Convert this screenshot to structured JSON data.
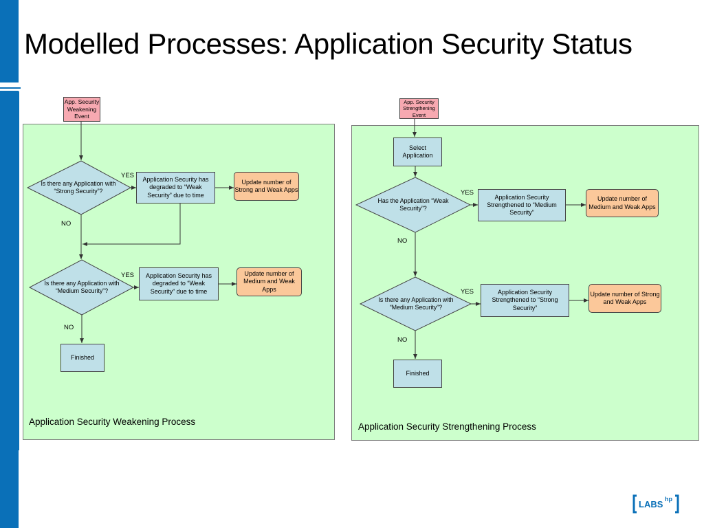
{
  "slide": {
    "title": "Modelled Processes: Application Security Status"
  },
  "weakening": {
    "event": "App. Security Weakening Event",
    "panel_label": "Application Security Weakening Process",
    "decision1": "Is there any  Application with “Strong Security”?",
    "yes1": "YES",
    "action1": "Application Security has degraded to “Weak  Security” due to time",
    "update1": "Update number of Strong and Weak Apps",
    "no1": "NO",
    "decision2": "Is there any  Application with “Medium Security”?",
    "yes2": "YES",
    "action2": "Application Security has degraded to “Weak  Security” due to time",
    "update2": "Update number of Medium and Weak Apps",
    "no2": "NO",
    "finished": "Finished"
  },
  "strengthening": {
    "event": "App. Security Strengthening Event",
    "panel_label": "Application Security Strengthening Process",
    "select": "Select Application",
    "decision1": "Has the  Application “Weak Security”?",
    "yes1": "YES",
    "action1": "Application Security Strengthened to “Medium  Security”",
    "update1": "Update number of Medium and Weak Apps",
    "no1": "NO",
    "decision2": "Is there any  Application with “Medium Security”?",
    "yes2": "YES",
    "action2": "Application Security Strengthened to “Strong  Security”",
    "update2": "Update number of Strong and Weak Apps",
    "no2": "NO",
    "finished": "Finished"
  },
  "logo": {
    "text": "LABS",
    "superscript": "hp"
  },
  "colors": {
    "accent": "#0a70b8",
    "panel": "#ccffcc",
    "event": "#f7a9b1",
    "process": "#bfe0e8",
    "update": "#fbc89a",
    "decision": "#bfe0e8"
  }
}
